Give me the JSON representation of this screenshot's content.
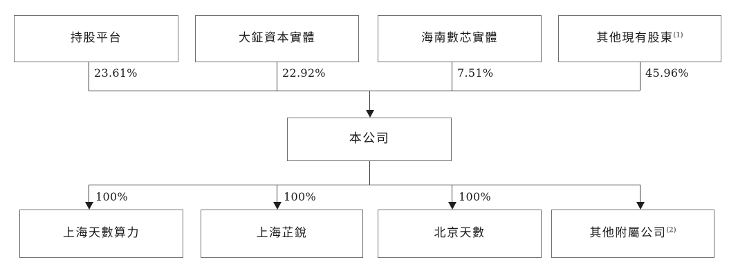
{
  "diagram": {
    "type": "organizational-shareholding-chart",
    "background_color": "#ffffff",
    "box_border_color": "#6e6e6e",
    "line_color": "#3d3d3d",
    "text_color": "#1a1a1a"
  },
  "shareholders": [
    {
      "label": "持股平台",
      "footnote": "",
      "percent": "23.61%"
    },
    {
      "label": "大鉦資本實體",
      "footnote": "",
      "percent": "22.92%"
    },
    {
      "label": "海南數芯實體",
      "footnote": "",
      "percent": "7.51%"
    },
    {
      "label": "其他現有股東",
      "footnote": "(1)",
      "percent": "45.96%"
    }
  ],
  "company": {
    "label": "本公司",
    "footnote": ""
  },
  "subsidiaries": [
    {
      "label": "上海天數算力",
      "footnote": "",
      "percent": "100%"
    },
    {
      "label": "上海芷銳",
      "footnote": "",
      "percent": "100%"
    },
    {
      "label": "北京天數",
      "footnote": "",
      "percent": "100%"
    },
    {
      "label": "其他附屬公司",
      "footnote": "(2)",
      "percent": ""
    }
  ]
}
